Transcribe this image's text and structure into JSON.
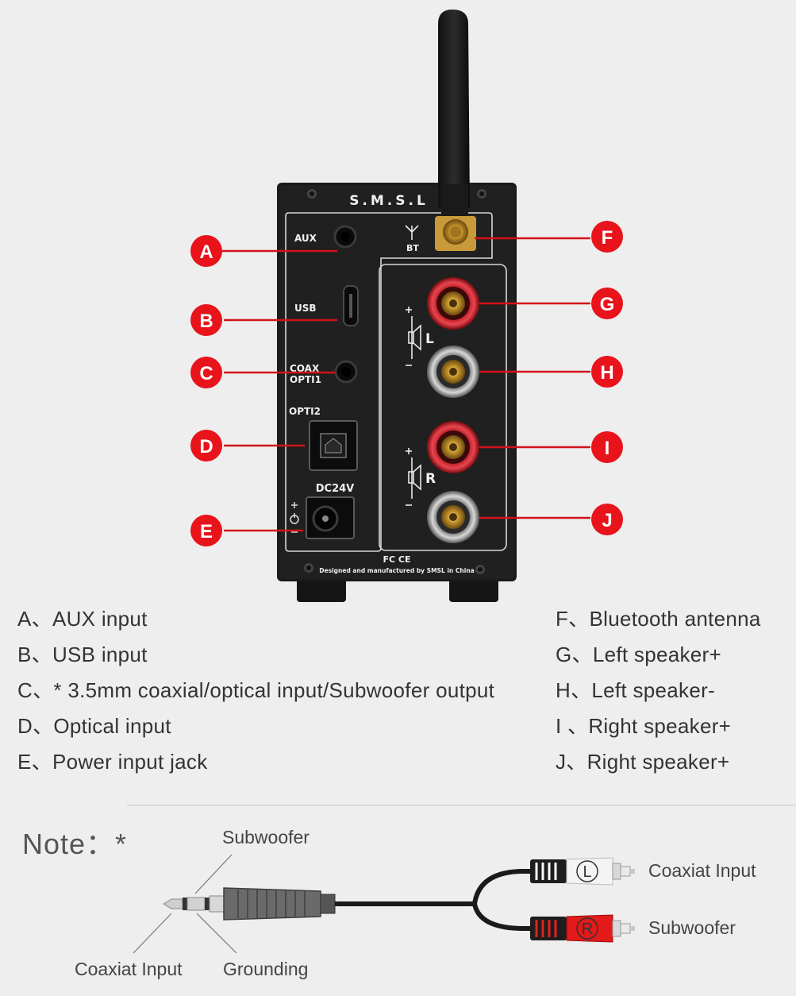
{
  "device": {
    "brand": "S.M.S.L",
    "ports": {
      "aux": "AUX",
      "usb": "USB",
      "coax": "COAX",
      "opti1": "OPTI1",
      "opti2": "OPTI2",
      "dc": "DC24V",
      "bt": "BT",
      "left_channel": "L",
      "right_channel": "R",
      "plus": "+",
      "minus": "−"
    },
    "cert": "FC CE",
    "made_in": "Designed and manufactured by SMSL in China"
  },
  "callouts": [
    "A",
    "B",
    "C",
    "D",
    "E",
    "F",
    "G",
    "H",
    "I",
    "J"
  ],
  "accent_color": "#e8131b",
  "legend_left": [
    "A、AUX input",
    "B、USB input",
    "C、* 3.5mm coaxial/optical input/Subwoofer output",
    "D、Optical input",
    "E、Power input jack"
  ],
  "legend_right": [
    "F、Bluetooth antenna",
    "G、Left speaker+",
    "H、Left speaker-",
    "I 、Right speaker+",
    "J、Right speaker+"
  ],
  "note": {
    "title": "Note：*",
    "jack_tip": "Subwoofer",
    "jack_sleeve_a": "Coaxiat Input",
    "jack_sleeve_b": "Grounding",
    "rca_l_letter": "L",
    "rca_r_letter": "R",
    "rca_l_label": "Coaxiat Input",
    "rca_r_label": "Subwoofer"
  }
}
